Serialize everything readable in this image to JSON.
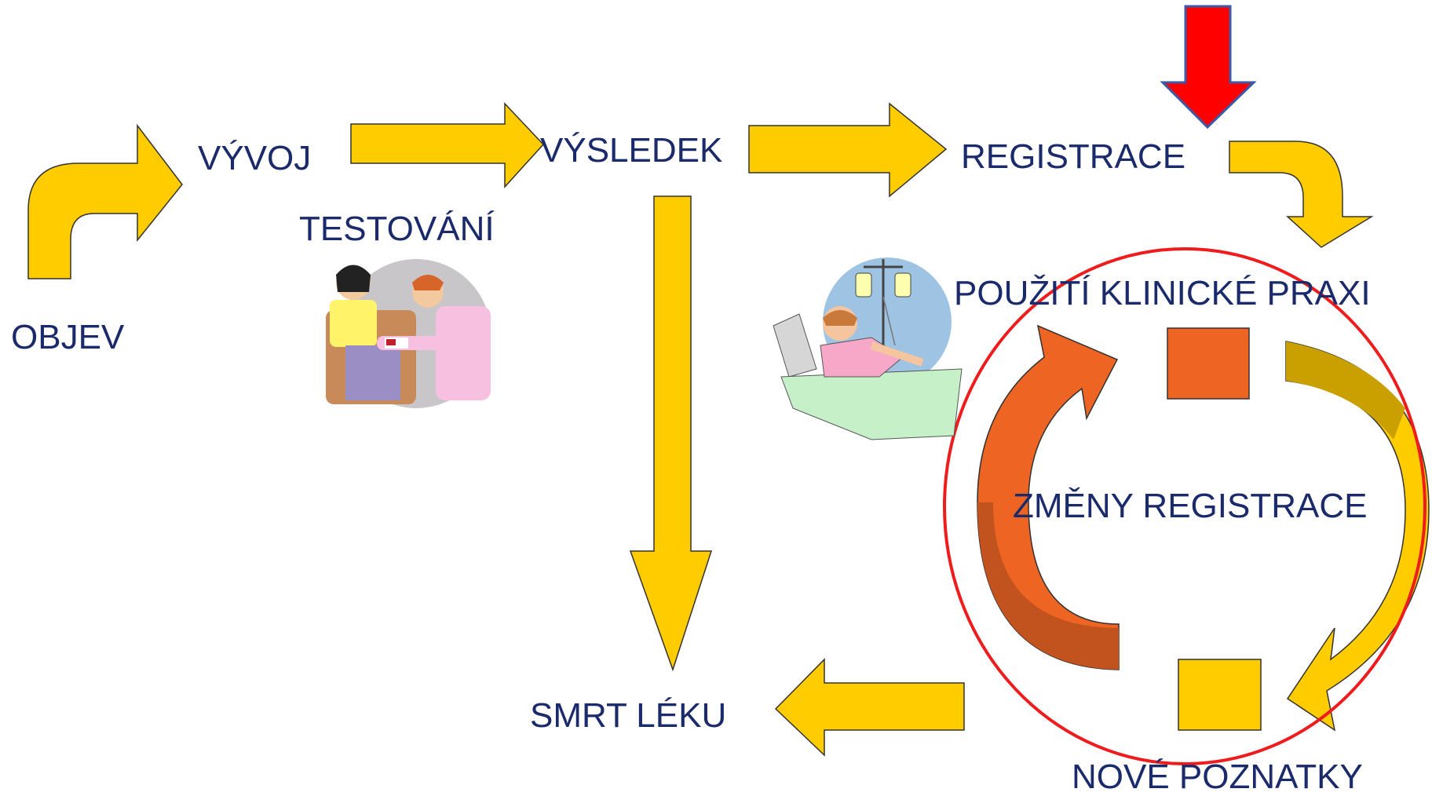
{
  "labels": {
    "objev": "OBJEV",
    "vyvoj": "VÝVOJ",
    "testovani": "TESTOVÁNÍ",
    "vysledek": "VÝSLEDEK",
    "registrace": "REGISTRACE",
    "pouziti": "POUŽITÍ KLINICKÉ PRAXI",
    "zmeny": "ZMĚNY REGISTRACE",
    "nove_poznatky": "NOVÉ POZNATKY",
    "smrt_leku": "SMRT LÉKU"
  },
  "illustrations": {
    "testing": "nurse-drawing-blood-clipart",
    "patient": "patient-in-hospital-bed-clipart"
  },
  "colors": {
    "text": "#1a2a6b",
    "arrow_fill": "#ffcc00",
    "highlight_arrow": "#ff0000",
    "cycle_orange": "#ee6422",
    "cycle_dark_orange": "#c2521e",
    "cycle_olive": "#c9a000",
    "square_orange": "#ee6422",
    "square_yellow": "#ffcc00",
    "circle_outline": "#ee1c1c"
  }
}
